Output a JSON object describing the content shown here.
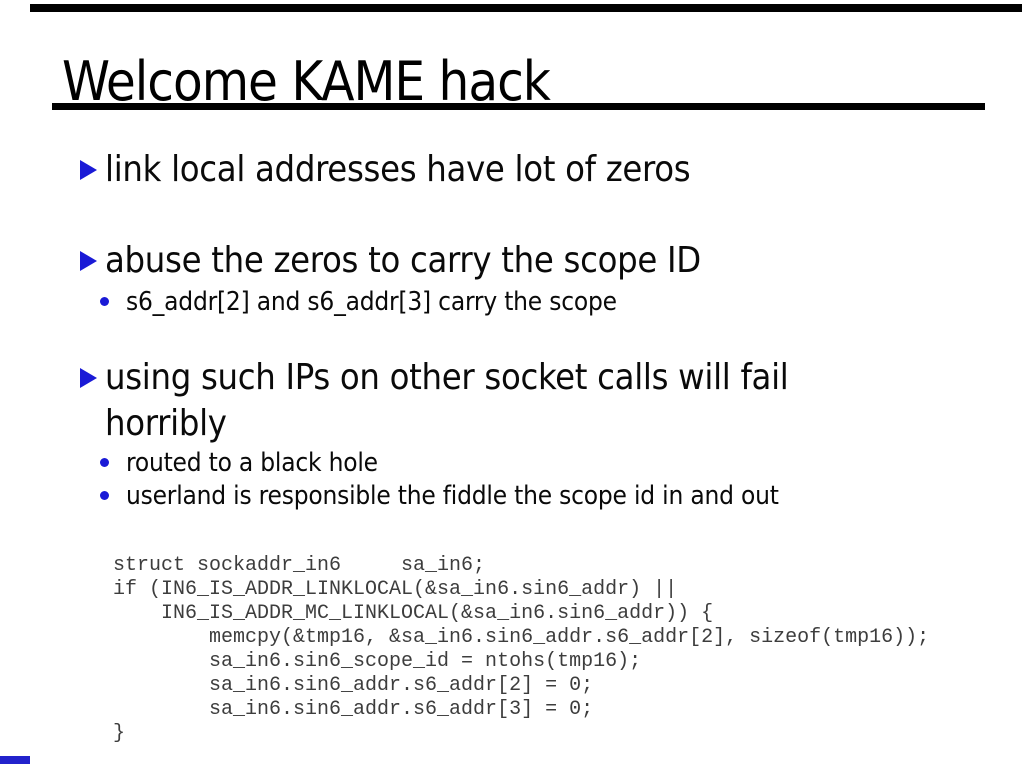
{
  "slide": {
    "title": "Welcome KAME hack",
    "bullets": [
      {
        "level": 1,
        "text": "link local addresses have lot of zeros"
      },
      {
        "level": 1,
        "text": "abuse the zeros to carry the scope ID"
      },
      {
        "level": 2,
        "text": "s6_addr[2] and s6_addr[3] carry the scope"
      },
      {
        "level": 1,
        "text": "using such IPs on other socket calls will fail\nhorribly"
      },
      {
        "level": 2,
        "text": "routed to a black hole"
      },
      {
        "level": 2,
        "text": "userland is responsible the fiddle the scope id in and out"
      }
    ],
    "code_snippet": "struct sockaddr_in6     sa_in6;\nif (IN6_IS_ADDR_LINKLOCAL(&sa_in6.sin6_addr) ||\n    IN6_IS_ADDR_MC_LINKLOCAL(&sa_in6.sin6_addr)) {\n        memcpy(&tmp16, &sa_in6.sin6_addr.s6_addr[2], sizeof(tmp16));\n        sa_in6.sin6_scope_id = ntohs(tmp16);\n        sa_in6.sin6_addr.s6_addr[2] = 0;\n        sa_in6.sin6_addr.s6_addr[3] = 0;\n}",
    "colors": {
      "accent_blue": "#1a1ad6",
      "footer_blue": "#2222cc",
      "rule_black": "#000000"
    }
  }
}
